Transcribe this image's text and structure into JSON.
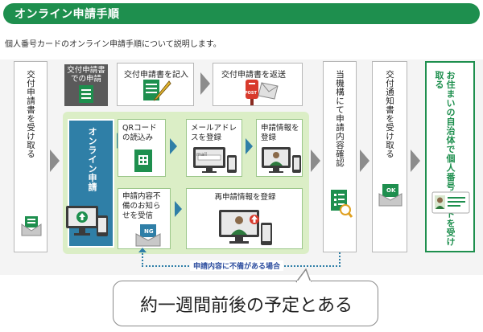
{
  "header": {
    "title": "オンライン申請手順"
  },
  "description": "個人番号カードのオンライン申請手順について説明します。",
  "steps": {
    "receive_form": "交付申請書を受け取る",
    "online_apply_tag": "交付申請書での申請",
    "fill_form": "交付申請書を記入",
    "mail_form": "交付申請書を返送",
    "online_apply": "オンライン申請",
    "qr_read": "QRコードの読込み",
    "mail_register": "メールアドレスを登録",
    "info_register": "申請情報を登録",
    "defect_notice": "申請内容不備のお知らせを受信",
    "re_register": "再申請情報を登録",
    "agency_confirm": "当機構にて申請内容確認",
    "receive_notice": "交付通知書を受け取る",
    "receive_card": "お住まいの自治体で個人番号カードを受け取る",
    "defect_case": "申請内容に不備がある場合"
  },
  "icons": {
    "post_label": "POST",
    "mail_label": "mail",
    "ng_label": "NG",
    "ok_label": "OK"
  },
  "annotation": {
    "text": "約一週間前後の予定とある"
  },
  "colors": {
    "brand_green": "#1e8f4e",
    "online_blue": "#2f7fa7",
    "light_green": "#dbeec6",
    "arrow_gray": "#8c8c8c"
  }
}
